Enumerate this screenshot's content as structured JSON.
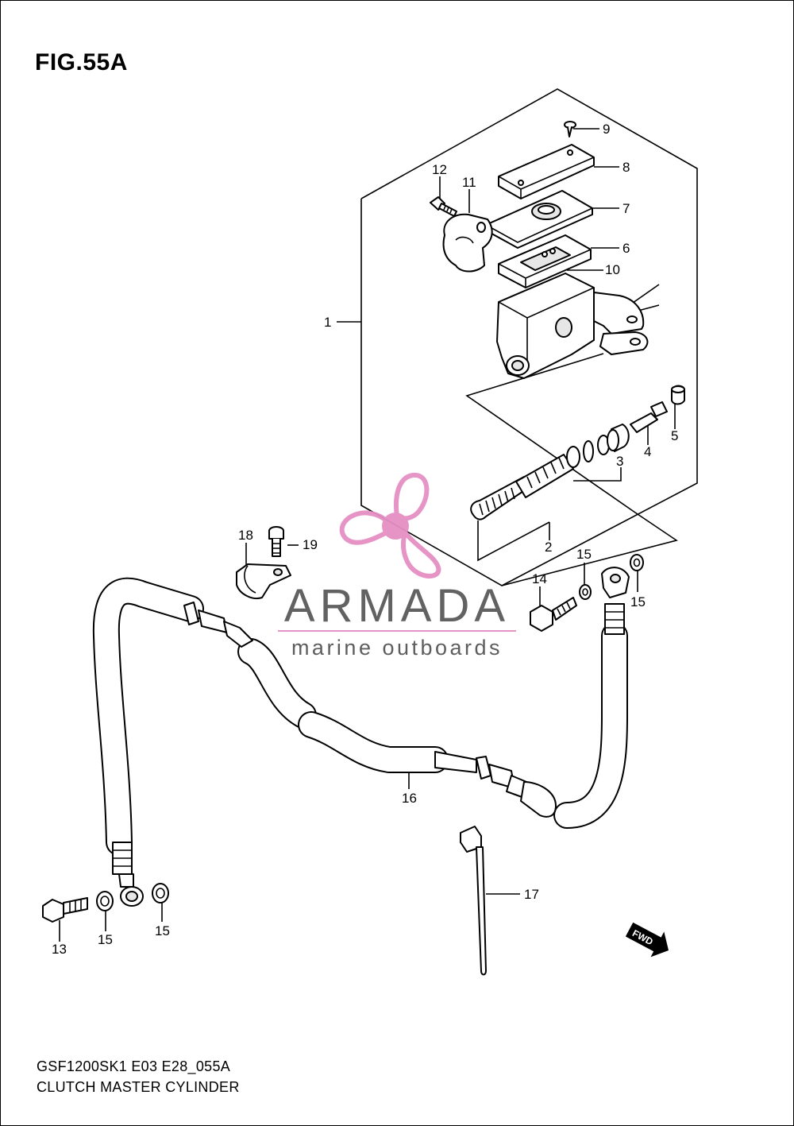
{
  "figure": {
    "title": "FIG.55A",
    "code": "GSF1200SK1 E03 E28_055A",
    "name": "CLUTCH MASTER CYLINDER"
  },
  "callouts": [
    "1",
    "2",
    "3",
    "4",
    "5",
    "6",
    "7",
    "8",
    "9",
    "10",
    "11",
    "12",
    "13",
    "14",
    "15",
    "15",
    "15",
    "15",
    "16",
    "17",
    "18",
    "19"
  ],
  "watermark": {
    "name": "ARMADA",
    "tagline": "marine outboards",
    "accent_color": "#e58fc4"
  },
  "direction_badge": "FWD"
}
